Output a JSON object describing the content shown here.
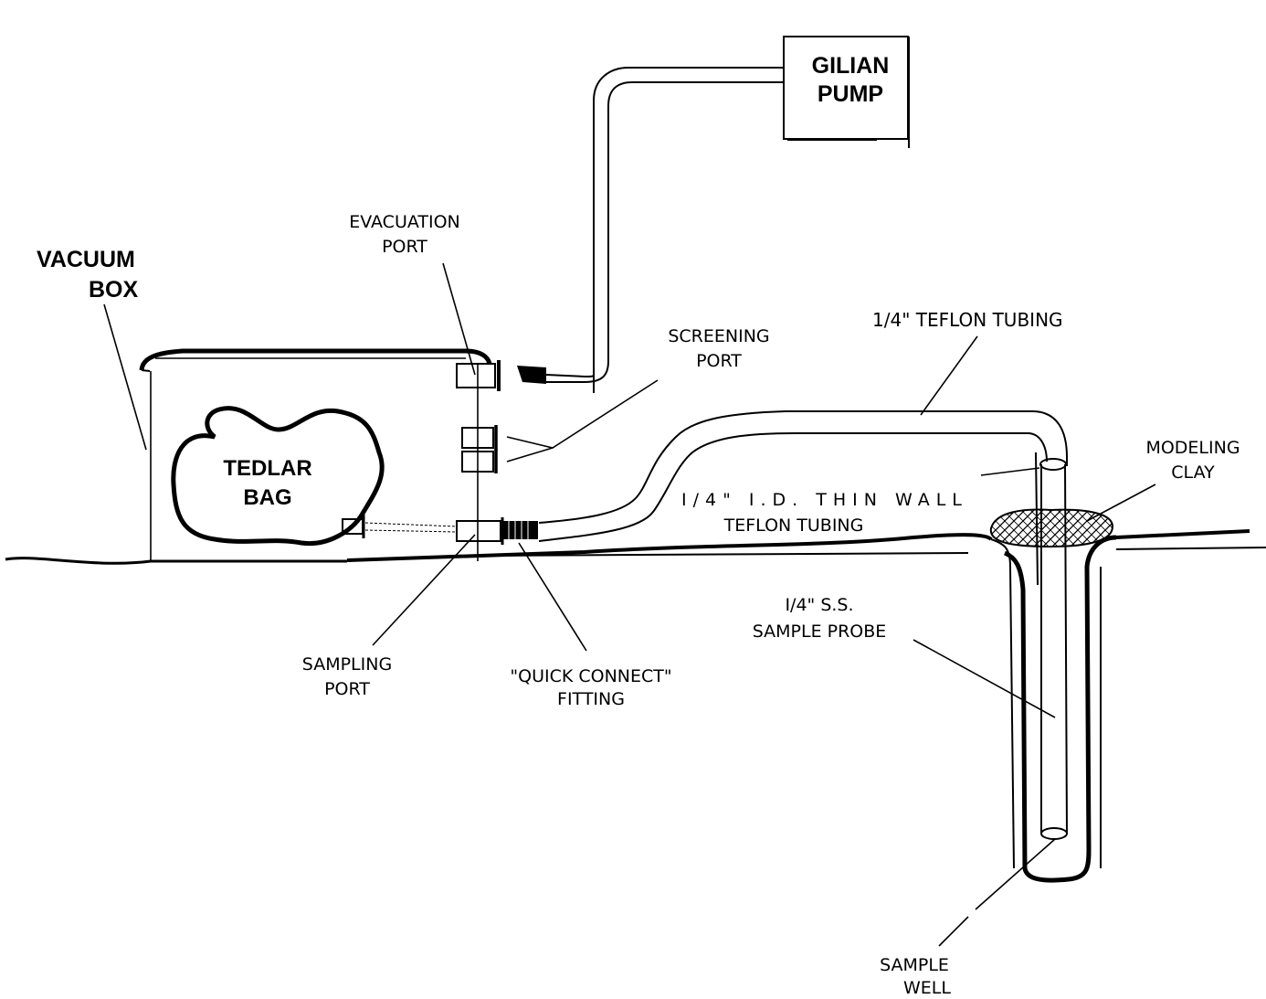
{
  "labels": {
    "gilian_pump_1": "GILIAN",
    "gilian_pump_2": "PUMP",
    "vacuum_box_1": "VACUUM",
    "vacuum_box_2": "BOX",
    "evacuation_port_1": "EVACUATION",
    "evacuation_port_2": "PORT",
    "screening_port_1": "SCREENING",
    "screening_port_2": "PORT",
    "teflon_tubing_quarter": "1/4\"  TEFLON  TUBING",
    "tedlar_bag_1": "TEDLAR",
    "tedlar_bag_2": "BAG",
    "modeling_clay_1": "MODELING",
    "modeling_clay_2": "CLAY",
    "thin_wall_1": "I/4\" I.D. THIN WALL",
    "thin_wall_2": "TEFLON TUBING",
    "sample_probe_1": "I/4\"  S.S.",
    "sample_probe_2": "SAMPLE  PROBE",
    "sampling_port_1": "SAMPLING",
    "sampling_port_2": "PORT",
    "quick_connect_1": "\"QUICK  CONNECT\"",
    "quick_connect_2": "FITTING",
    "sample_well_1": "SAMPLE",
    "sample_well_2": "WELL"
  }
}
